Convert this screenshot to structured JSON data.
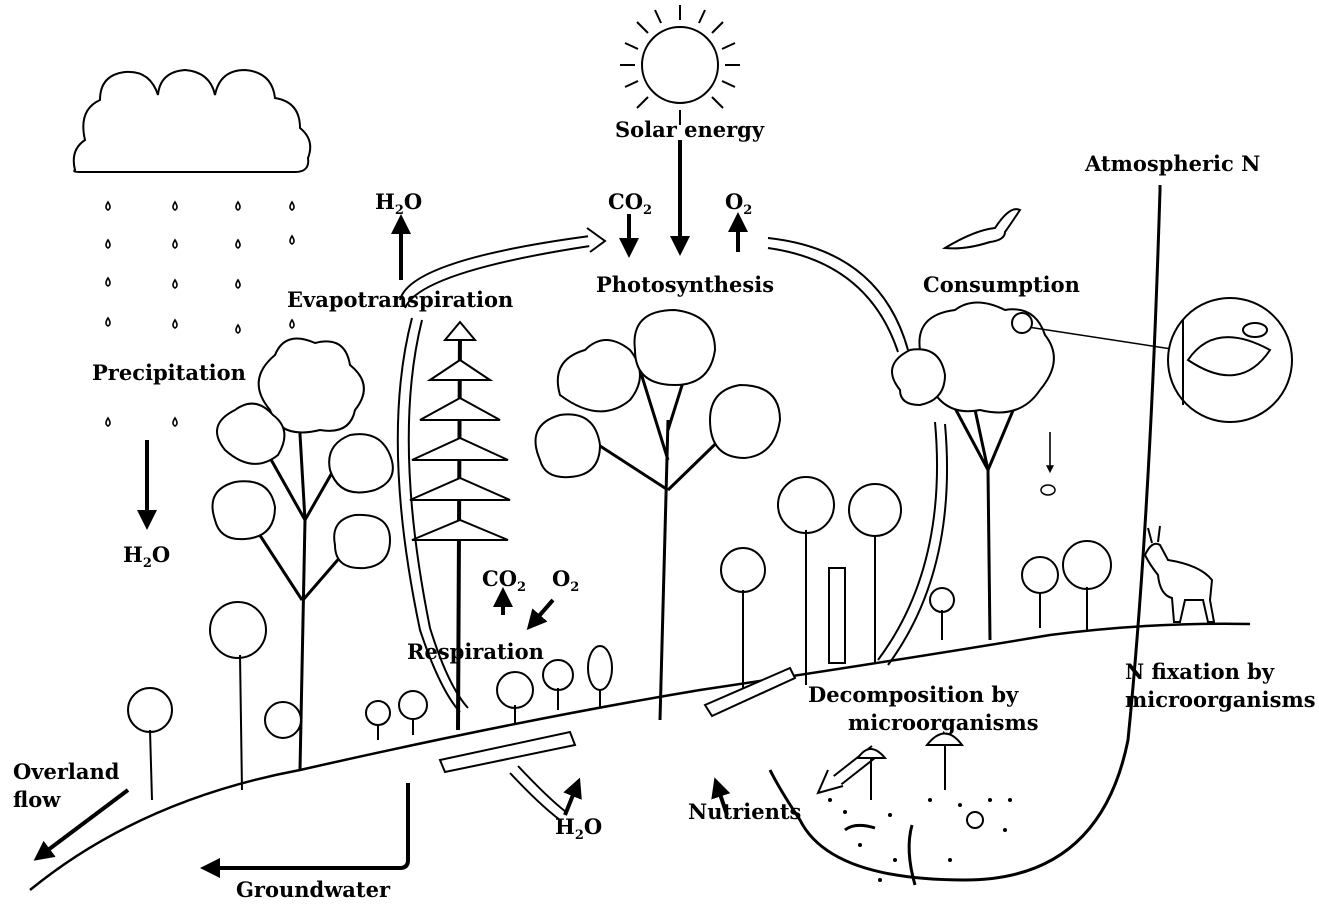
{
  "labels": {
    "solar_energy": "Solar energy",
    "atmospheric_n": "Atmospheric N",
    "precipitation": "Precipitation",
    "evapotranspiration": "Evapotranspiration",
    "photosynthesis": "Photosynthesis",
    "consumption": "Consumption",
    "respiration": "Respiration",
    "decomposition_line1": "Decomposition by",
    "decomposition_line2": "microorganisms",
    "n_fixation_line1": "N fixation by",
    "n_fixation_line2": "microorganisms",
    "overland_line1": "Overland",
    "overland_line2": "flow",
    "groundwater": "Groundwater",
    "nutrients": "Nutrients"
  },
  "chem": {
    "h2o": {
      "base": "H",
      "sub": "2",
      "tail": "O"
    },
    "co2": {
      "base": "CO",
      "sub": "2",
      "tail": ""
    },
    "o2": {
      "base": "O",
      "sub": "2",
      "tail": ""
    }
  },
  "colors": {
    "ink": "#000000",
    "paper": "#ffffff"
  }
}
